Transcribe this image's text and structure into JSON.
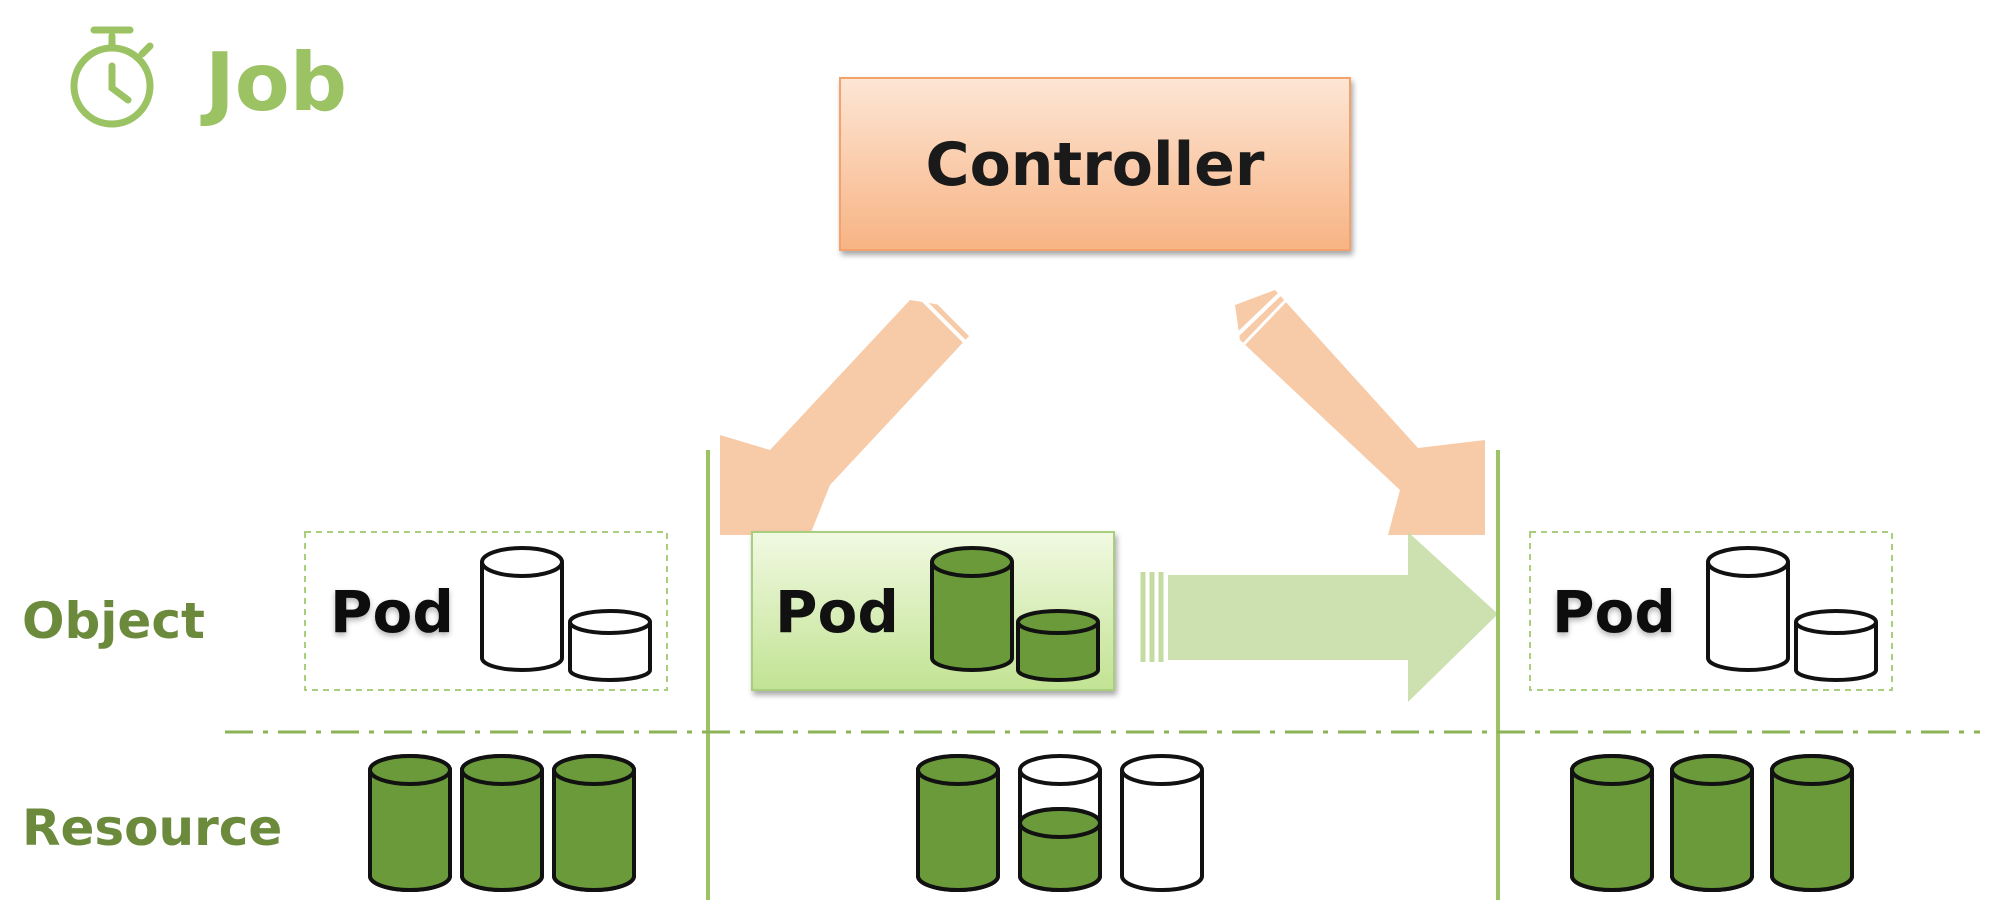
{
  "header": {
    "title": "Job",
    "icon": "stopwatch-icon"
  },
  "controller": {
    "label": "Controller"
  },
  "rows": {
    "object_label": "Object",
    "resource_label": "Resource"
  },
  "stages": [
    {
      "pod_label": "Pod",
      "pod_active": false,
      "pod_cylinders_filled": false,
      "resources": [
        1,
        1,
        1
      ]
    },
    {
      "pod_label": "Pod",
      "pod_active": true,
      "pod_cylinders_filled": true,
      "resources": [
        1,
        0.5,
        0
      ]
    },
    {
      "pod_label": "Pod",
      "pod_active": false,
      "pod_cylinders_filled": false,
      "resources": [
        1,
        1,
        1
      ]
    }
  ],
  "colors": {
    "title_green": "#9bc364",
    "label_green": "#6c8a3c",
    "cylinder_fill": "#6a9a3a",
    "controller_top": "#fde0cc",
    "controller_bottom": "#f8b98d",
    "arrow_orange": "#f6c49e",
    "arrow_green": "#c4dba2",
    "pod_active_top": "#eef7dc",
    "pod_active_bottom": "#c7e69a",
    "divider_green": "#9bc364"
  }
}
